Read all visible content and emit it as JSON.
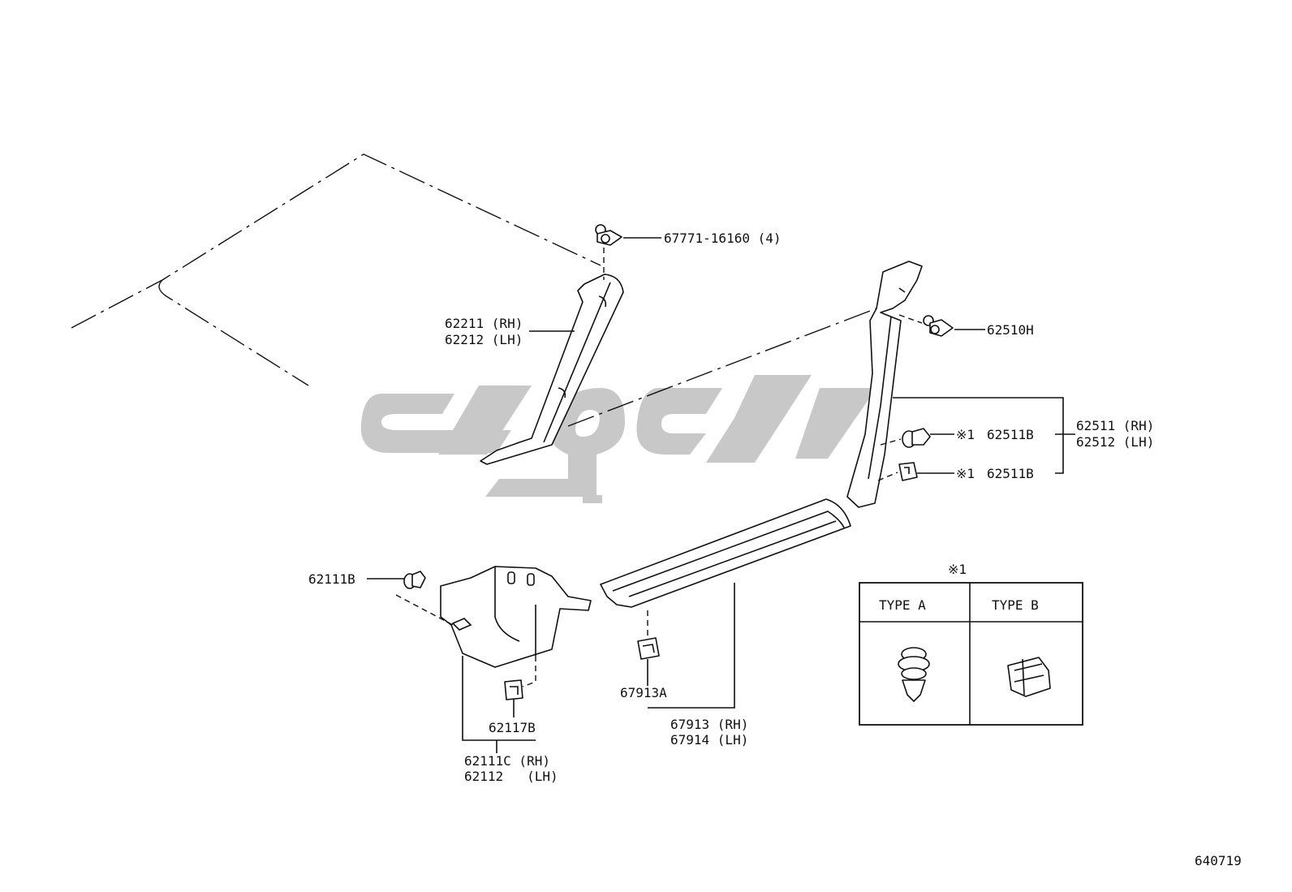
{
  "callouts": {
    "a_pillar_clip": "67771-16160 (4)",
    "a_pillar_rh": "62211 (RH)",
    "a_pillar_lh": "62212 (LH)",
    "b_pillar_clip": "62510H",
    "b_pillar_rh": "62511 (RH)",
    "b_pillar_lh": "62512 (LH)",
    "clip_type_a_prefix": "※1",
    "clip_type_a": "62511B",
    "clip_type_b_prefix": "※1",
    "clip_type_b": "62511B",
    "kick_panel_clip": "62111B",
    "kick_panel_clip_2": "62117B",
    "kick_panel_rh": "62111C (RH)",
    "kick_panel_lh": "62112   (LH)",
    "scuff_clip": "67913A",
    "scuff_plate_rh": "67913 (RH)",
    "scuff_plate_lh": "67914 (LH)"
  },
  "legend": {
    "marker": "※1",
    "type_a": "TYPE A",
    "type_b": "TYPE B"
  },
  "diagram_number": "640719",
  "colors": {
    "line": "#111111",
    "watermark": "#c8c8c8"
  }
}
